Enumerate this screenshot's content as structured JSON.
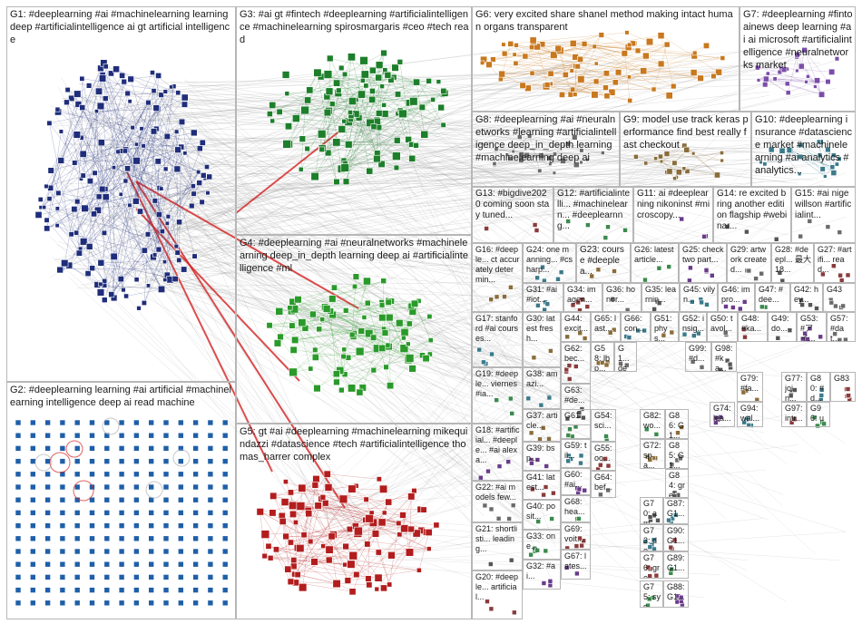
{
  "colors": {
    "G1": "#1f2d7a",
    "G2": "#1f5fa8",
    "G3": "#1d7f2a",
    "G4": "#2a9a2a",
    "G5": "#b31d1d",
    "G6": "#c8781e",
    "G7": "#7a4ea8",
    "edge": "#8a8a8a",
    "red_edge": "#d42020"
  },
  "groups": [
    {
      "id": "G1",
      "label": "G1: #deeplearning #ai #machinelearning learning deep #artificialintelligence ai gt artificial intelligence"
    },
    {
      "id": "G2",
      "label": "G2: #deeplearning learning #ai artificial #machinelearning intelligence deep ai read machine"
    },
    {
      "id": "G3",
      "label": "G3: #ai gt #fintech #deeplearning #artificialintelligence #machinelearning spirosmargaris #ceo #tech read"
    },
    {
      "id": "G4",
      "label": "G4: #deeplearning #ai #neuralnetworks #machinelearning deep_in_depth learning deep ai #artificialintelligence #ml"
    },
    {
      "id": "G5",
      "label": "G5: gt #ai #deeplearning #machinelearning mikequindazzi #datascience #tech #artificialintelligence thomas_harrer complex"
    },
    {
      "id": "G6",
      "label": "G6: very excited share shanel method making intact human organs transparent"
    },
    {
      "id": "G7",
      "label": "G7: #deeplearning #fintoainews deep learning #ai ai microsoft #artificialintelligence #neuralnetworks market"
    },
    {
      "id": "G8",
      "label": "G8: #deeplearning #ai #neuralnetworks #learning #artificialintelligence deep_in_depth learning #machinelearning deep ai"
    },
    {
      "id": "G9",
      "label": "G9: model use track keras performance find best really fast checkout"
    },
    {
      "id": "G10",
      "label": "G10: #deeplearning insurance #datascience market #machinelearning #ai analytics #analytics..."
    },
    {
      "id": "G13",
      "label": "G13: #bigdive2020 coming soon stay tuned..."
    },
    {
      "id": "G12",
      "label": "G12: #artificialintelli... #machinelearn... #deeplearnng..."
    },
    {
      "id": "G11",
      "label": "G11: ai #deeplearning nikoninst #microscopy..."
    },
    {
      "id": "G14",
      "label": "G14: re excited bring another edition flagship #webinar..."
    },
    {
      "id": "G15",
      "label": "G15: #ai nigewillson #artificialint..."
    },
    {
      "id": "G16",
      "label": "G16: #deeple... ct accurately determin..."
    },
    {
      "id": "G24",
      "label": "G24: one manning... #csharp..."
    },
    {
      "id": "G23",
      "label": "G23: course #deeplea..."
    },
    {
      "id": "G26",
      "label": "G26: latest article..."
    },
    {
      "id": "G25",
      "label": "G25: check two part..."
    },
    {
      "id": "G29",
      "label": "G29: artwork created..."
    },
    {
      "id": "G28",
      "label": "G28: #deepl... 最大18..."
    },
    {
      "id": "G27",
      "label": "G27: #artifi... read..."
    },
    {
      "id": "G31",
      "label": "G31: #ai #iot..."
    },
    {
      "id": "G34",
      "label": "G34: imagen..."
    },
    {
      "id": "G36",
      "label": "G36: honor..."
    },
    {
      "id": "G35",
      "label": "G35: learnin..."
    },
    {
      "id": "G45",
      "label": "G45: vilyn..."
    },
    {
      "id": "G46",
      "label": "G46: impro..."
    },
    {
      "id": "G47",
      "label": "G47: #dee..."
    },
    {
      "id": "G42",
      "label": "G42: hey..."
    },
    {
      "id": "G43",
      "label": "G43"
    },
    {
      "id": "G17",
      "label": "G17: stanford #ai courses..."
    },
    {
      "id": "G30",
      "label": "G30: latest fresh..."
    },
    {
      "id": "G44",
      "label": "G44: excit..."
    },
    {
      "id": "G65",
      "label": "G65: last..."
    },
    {
      "id": "G66",
      "label": "G66: con..."
    },
    {
      "id": "G51",
      "label": "G51: phys..."
    },
    {
      "id": "G52",
      "label": "G52: insig..."
    },
    {
      "id": "G50",
      "label": "G50: tavol..."
    },
    {
      "id": "G48",
      "label": "G48: #ka..."
    },
    {
      "id": "G49",
      "label": "G49: do..."
    },
    {
      "id": "G53",
      "label": "G53: #アイ..."
    },
    {
      "id": "G57",
      "label": "G57: #dat..."
    },
    {
      "id": "G38",
      "label": "G38: amazi..."
    },
    {
      "id": "G62",
      "label": "G62: bec..."
    },
    {
      "id": "G58",
      "label": "G58: lbp..."
    },
    {
      "id": "G1x",
      "label": "G1... dee..."
    },
    {
      "id": "G99",
      "label": "G99: #d..."
    },
    {
      "id": "G98",
      "label": "G98: #ka..."
    },
    {
      "id": "G19",
      "label": "G19: #deeple... viernes #ia..."
    },
    {
      "id": "G63",
      "label": "G63: #de..."
    },
    {
      "id": "G37",
      "label": "G37: article..."
    },
    {
      "id": "G61",
      "label": "G61"
    },
    {
      "id": "G18",
      "label": "G18: #artificial... #deeple... #ai alexa..."
    },
    {
      "id": "G39",
      "label": "G39: bsp..."
    },
    {
      "id": "G54",
      "label": "G54: sci..."
    },
    {
      "id": "G59",
      "label": "G59: til..."
    },
    {
      "id": "G55",
      "label": "G55: oo..."
    },
    {
      "id": "G22",
      "label": "G22: #ai models few..."
    },
    {
      "id": "G41",
      "label": "G41: latest..."
    },
    {
      "id": "G60",
      "label": "G60: #ai..."
    },
    {
      "id": "G64",
      "label": "G64: bef..."
    },
    {
      "id": "G40",
      "label": "G40: posit..."
    },
    {
      "id": "G21",
      "label": "G21: shortlisti... leading..."
    },
    {
      "id": "G68",
      "label": "G68: hea..."
    },
    {
      "id": "G33",
      "label": "G33: one..."
    },
    {
      "id": "G69",
      "label": "G69: voit..."
    },
    {
      "id": "G20",
      "label": "G20: #deeple... artificial..."
    },
    {
      "id": "G32",
      "label": "G32: #ai..."
    },
    {
      "id": "G67",
      "label": "G67: lates..."
    },
    {
      "id": "G82",
      "label": "G82: wo..."
    },
    {
      "id": "G86",
      "label": "G86: G1..."
    },
    {
      "id": "G72",
      "label": "G72: spa..."
    },
    {
      "id": "G85",
      "label": "G85: G1..."
    },
    {
      "id": "G84",
      "label": "G84: gre..."
    },
    {
      "id": "G70",
      "label": "G70: am..."
    },
    {
      "id": "G87",
      "label": "G87: G1..."
    },
    {
      "id": "G73",
      "label": "G73: de..."
    },
    {
      "id": "G90",
      "label": "G90: G1..."
    },
    {
      "id": "G76",
      "label": "G76: gre..."
    },
    {
      "id": "G89",
      "label": "G89: G1..."
    },
    {
      "id": "G75",
      "label": "G75: sys..."
    },
    {
      "id": "G88",
      "label": "G88: G1..."
    },
    {
      "id": "G79",
      "label": "G79: #fa..."
    },
    {
      "id": "G77",
      "label": "G77: join..."
    },
    {
      "id": "G80",
      "label": "G80: #d..."
    },
    {
      "id": "G83",
      "label": "G83"
    },
    {
      "id": "G94",
      "label": "G94: wal..."
    },
    {
      "id": "G97",
      "label": "G97: intr..."
    },
    {
      "id": "G96",
      "label": "G96: usi..."
    },
    {
      "id": "G74",
      "label": "G74: lea..."
    }
  ]
}
